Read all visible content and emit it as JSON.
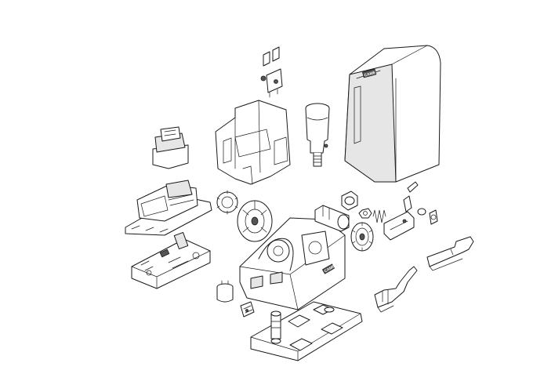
{
  "diagram": {
    "brand_label": "CAME",
    "gearbox_label": "CAME",
    "parts": [
      "cover",
      "terminal-connectors",
      "chassis-bracket",
      "motor",
      "transformer",
      "control-board-housing",
      "control-board",
      "pinion-gear",
      "worm-wheel",
      "gearbox-housing",
      "encoder-cap",
      "connector-clip",
      "base-plate",
      "drive-shaft",
      "spring",
      "nut",
      "drive-gear",
      "release-lever",
      "lock-cylinder",
      "limit-switch-bracket-small",
      "limit-switch-bracket-large",
      "limit-switch-bracket-left"
    ]
  }
}
